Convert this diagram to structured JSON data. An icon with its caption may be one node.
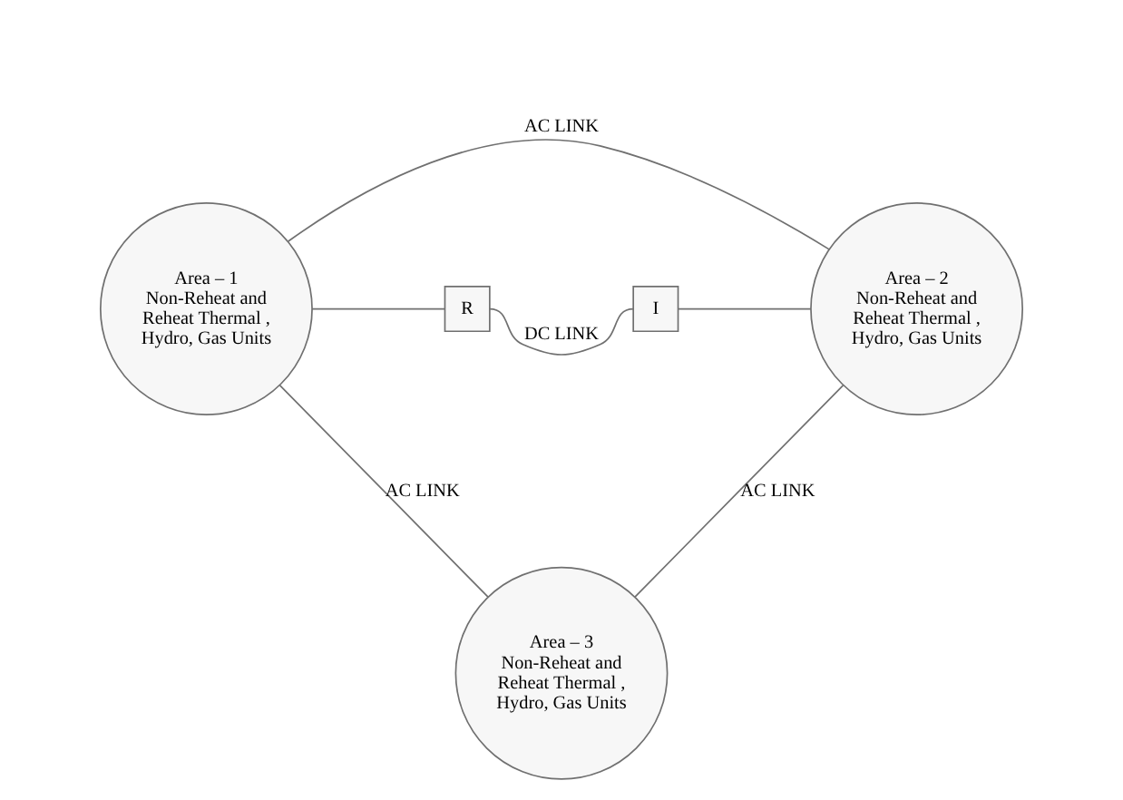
{
  "diagram": {
    "nodes": [
      {
        "text": [
          "Area – 1",
          "Non-Reheat and Reheat Thermal , Hydro, Gas Units"
        ]
      },
      {
        "text": [
          "Area – 2",
          "Non-Reheat and Reheat Thermal , Hydro, Gas Units"
        ]
      },
      {
        "text": [
          "R"
        ]
      },
      {
        "text": [
          "I"
        ]
      },
      {
        "text": [
          "Area – 3",
          "Non-Reheat and Reheat Thermal , Hydro, Gas Units"
        ]
      }
    ],
    "edges": [
      {
        "from": 0,
        "to": 1,
        "arrow": "none",
        "label": "AC LINK"
      },
      {
        "from": 0,
        "to": 2,
        "arrow": "none"
      },
      {
        "from": 2,
        "to": 3,
        "arrow": "none",
        "label": "DC LINK"
      },
      {
        "from": 3,
        "to": 1,
        "arrow": "none"
      },
      {
        "from": 0,
        "to": 4,
        "arrow": "none",
        "label": "AC LINK"
      },
      {
        "from": 1,
        "to": 4,
        "arrow": "none",
        "label": "AC LINK"
      }
    ]
  }
}
